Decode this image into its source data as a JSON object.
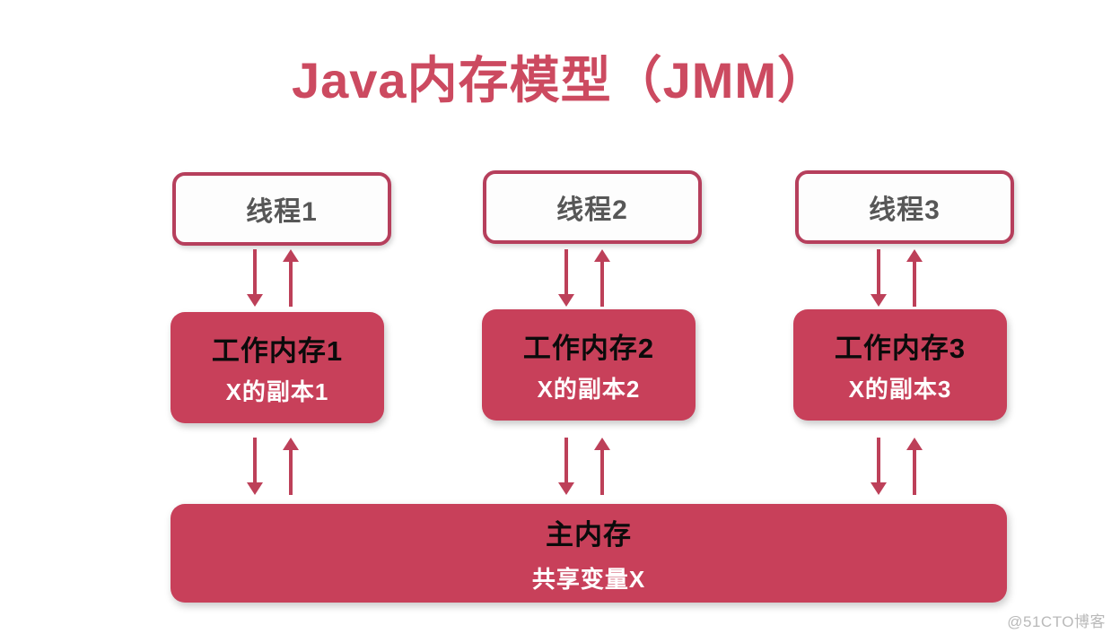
{
  "title": "Java内存模型（JMM）",
  "colors": {
    "title_text": "#cc4a60",
    "box_fill": "#c8405a",
    "box_border": "#b63f5c",
    "arrow": "#bd4059",
    "thread_text": "#575757",
    "dark_text": "#0b0b0b",
    "light_text": "#ffffff",
    "background": "#ffffff",
    "watermark": "#b9b9b9"
  },
  "columns": [
    {
      "thread_label": "线程1",
      "work_title": "工作内存1",
      "work_sub": "X的副本1"
    },
    {
      "thread_label": "线程2",
      "work_title": "工作内存2",
      "work_sub": "X的副本2"
    },
    {
      "thread_label": "线程3",
      "work_title": "工作内存3",
      "work_sub": "X的副本3"
    }
  ],
  "main_memory": {
    "title": "主内存",
    "sub": "共享变量X"
  },
  "arrows": {
    "down_icon": "arrow-down-icon",
    "up_icon": "arrow-up-icon",
    "upper_row_count": 3,
    "lower_row_count": 3
  },
  "watermark": "@51CTO博客"
}
